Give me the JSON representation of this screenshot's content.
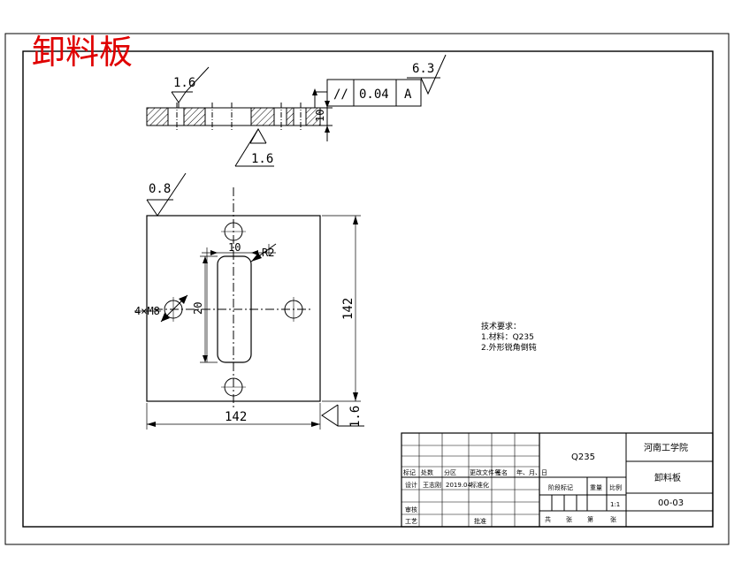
{
  "title": "卸料板",
  "section_view": {
    "roughness_top": "1.6",
    "roughness_bottom": "1.6",
    "tolerance": {
      "symbol": "//",
      "value": "0.04",
      "datum": "A"
    },
    "roughness_frame": "6.3",
    "thickness": "10"
  },
  "plan_view": {
    "roughness": "0.8",
    "dim_slot_width": "10",
    "dim_radius": "R2",
    "dim_slot_length": "20",
    "dim_holes": "4×M8",
    "dim_width": "142",
    "dim_height": "142",
    "roughness_right": "1.6"
  },
  "tech_notes": {
    "heading": "技术要求：",
    "line1": "1.材料：Q235",
    "line2": "2.外形锐角倒钝"
  },
  "title_block": {
    "material": "Q235",
    "school": "河南工学院",
    "part_name": "卸料板",
    "drawing_no": "00-03",
    "headers": [
      "标记",
      "处数",
      "分区",
      "更改文件号",
      "签名",
      "年、月、日"
    ],
    "design_label": "设计",
    "designer": "王志刚",
    "date": "2019.04",
    "standard": "标准化",
    "stage_label": "阶段标记",
    "weight_label": "重量",
    "scale_label": "比例",
    "scale": "1:1",
    "check_label": "审核",
    "process_label": "工艺",
    "approve_label": "批准",
    "sheets_total": "共",
    "sheet_unit1": "张",
    "sheet_no": "第",
    "sheet_unit2": "张"
  }
}
